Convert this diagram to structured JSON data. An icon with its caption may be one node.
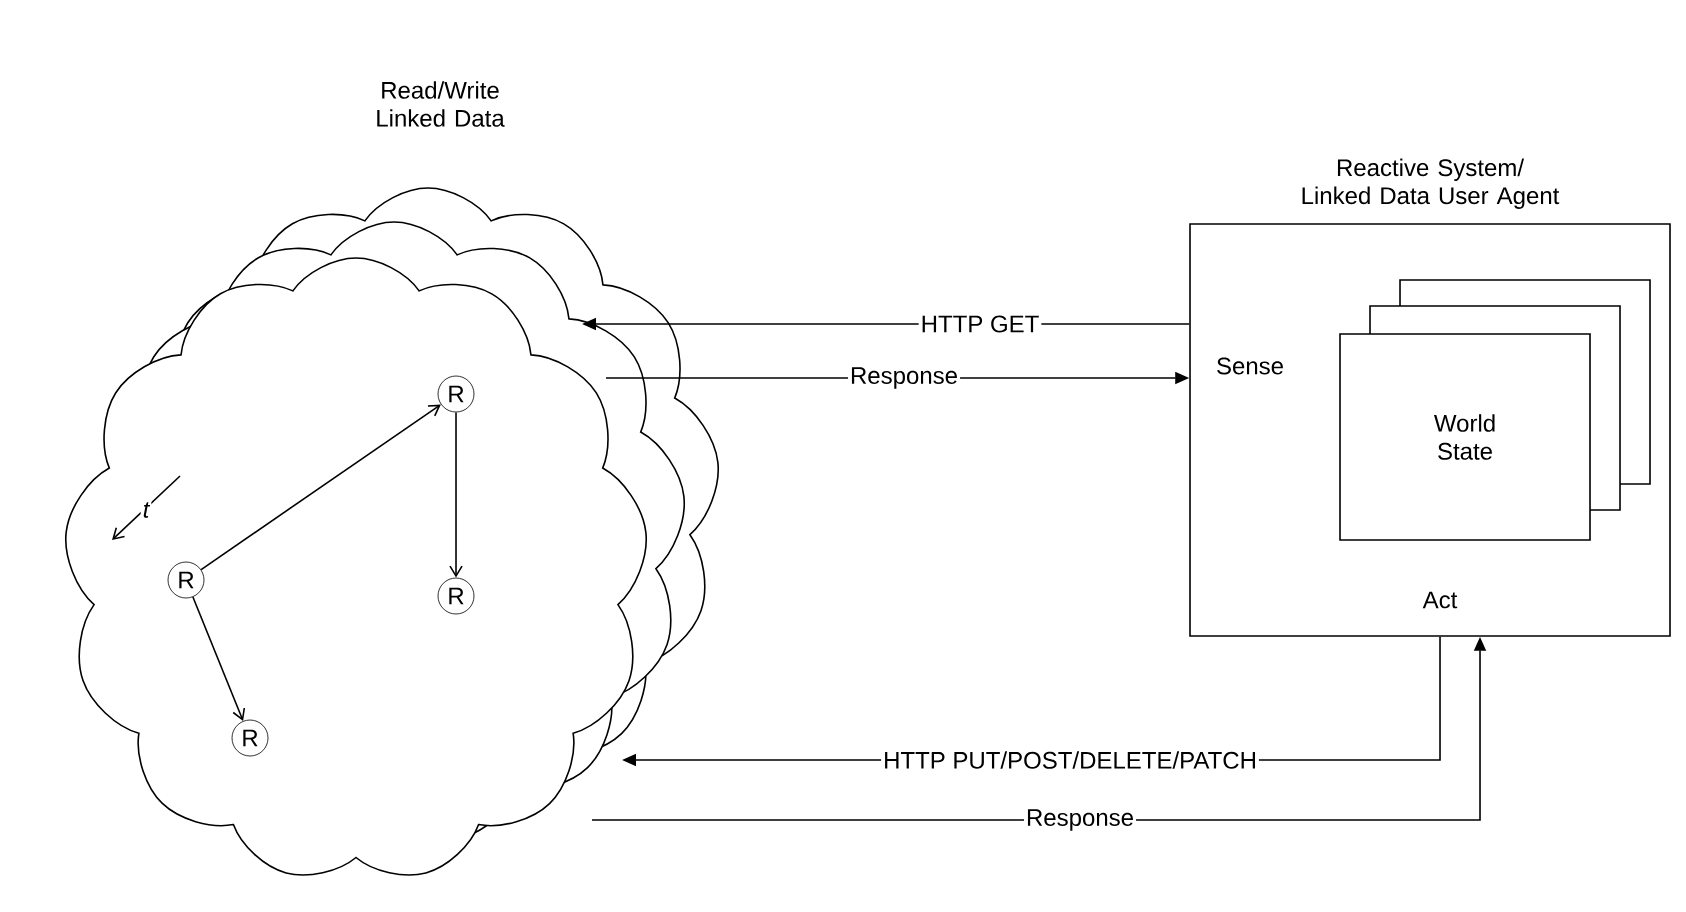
{
  "diagram": {
    "nodes": [
      {
        "text": [
          "Read/Write Linked Data"
        ]
      },
      {
        "text": [
          "R"
        ],
        "in": 0
      },
      {
        "text": [
          "R"
        ],
        "in": 0
      },
      {
        "text": [
          "R"
        ],
        "in": 0
      },
      {
        "text": [
          "R"
        ],
        "in": 0
      },
      {
        "text": [
          "Reactive System/ Linked Data User Agent",
          "Sense",
          "Act"
        ]
      },
      {
        "text": [
          "World State"
        ],
        "in": 5
      }
    ],
    "edges": [
      {
        "from": 1,
        "to": 2,
        "arrow": "to"
      },
      {
        "from": 2,
        "to": 3,
        "arrow": "to"
      },
      {
        "from": 1,
        "to": 4,
        "arrow": "to"
      },
      {
        "from": 5,
        "to": 0,
        "arrow": "to",
        "label": "HTTP GET"
      },
      {
        "from": 0,
        "to": 5,
        "arrow": "to",
        "label": "Response"
      },
      {
        "from": 5,
        "to": 0,
        "arrow": "to",
        "label": "HTTP PUT/POST/DELETE/PATCH"
      },
      {
        "from": 0,
        "to": 5,
        "arrow": "to",
        "label": "Response"
      }
    ],
    "labels": [
      "t"
    ]
  }
}
